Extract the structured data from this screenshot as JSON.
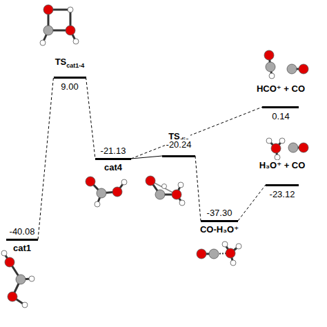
{
  "diagram": {
    "nodes": [
      {
        "text": [
          "cat1",
          "-40.08"
        ]
      },
      {
        "text": [
          "TScat1-4",
          "9.00"
        ]
      },
      {
        "text": [
          "cat4",
          "-21.13"
        ]
      },
      {
        "text": [
          "TSdis",
          "-20.24"
        ]
      },
      {
        "text": [
          "CO-H₃O⁺",
          "-37.30"
        ]
      },
      {
        "text": [
          "HCO⁺ + CO",
          "0.14"
        ]
      },
      {
        "text": [
          "H₃O⁺ + CO",
          "-23.12"
        ]
      }
    ],
    "edges": [
      {
        "from": 0,
        "to": 1,
        "arrow": "none"
      },
      {
        "from": 1,
        "to": 2,
        "arrow": "none"
      },
      {
        "from": 2,
        "to": 3,
        "arrow": "none"
      },
      {
        "from": 3,
        "to": 4,
        "arrow": "none"
      },
      {
        "from": 4,
        "to": 6,
        "arrow": "none"
      },
      {
        "from": 2,
        "to": 5,
        "arrow": "none"
      }
    ]
  }
}
